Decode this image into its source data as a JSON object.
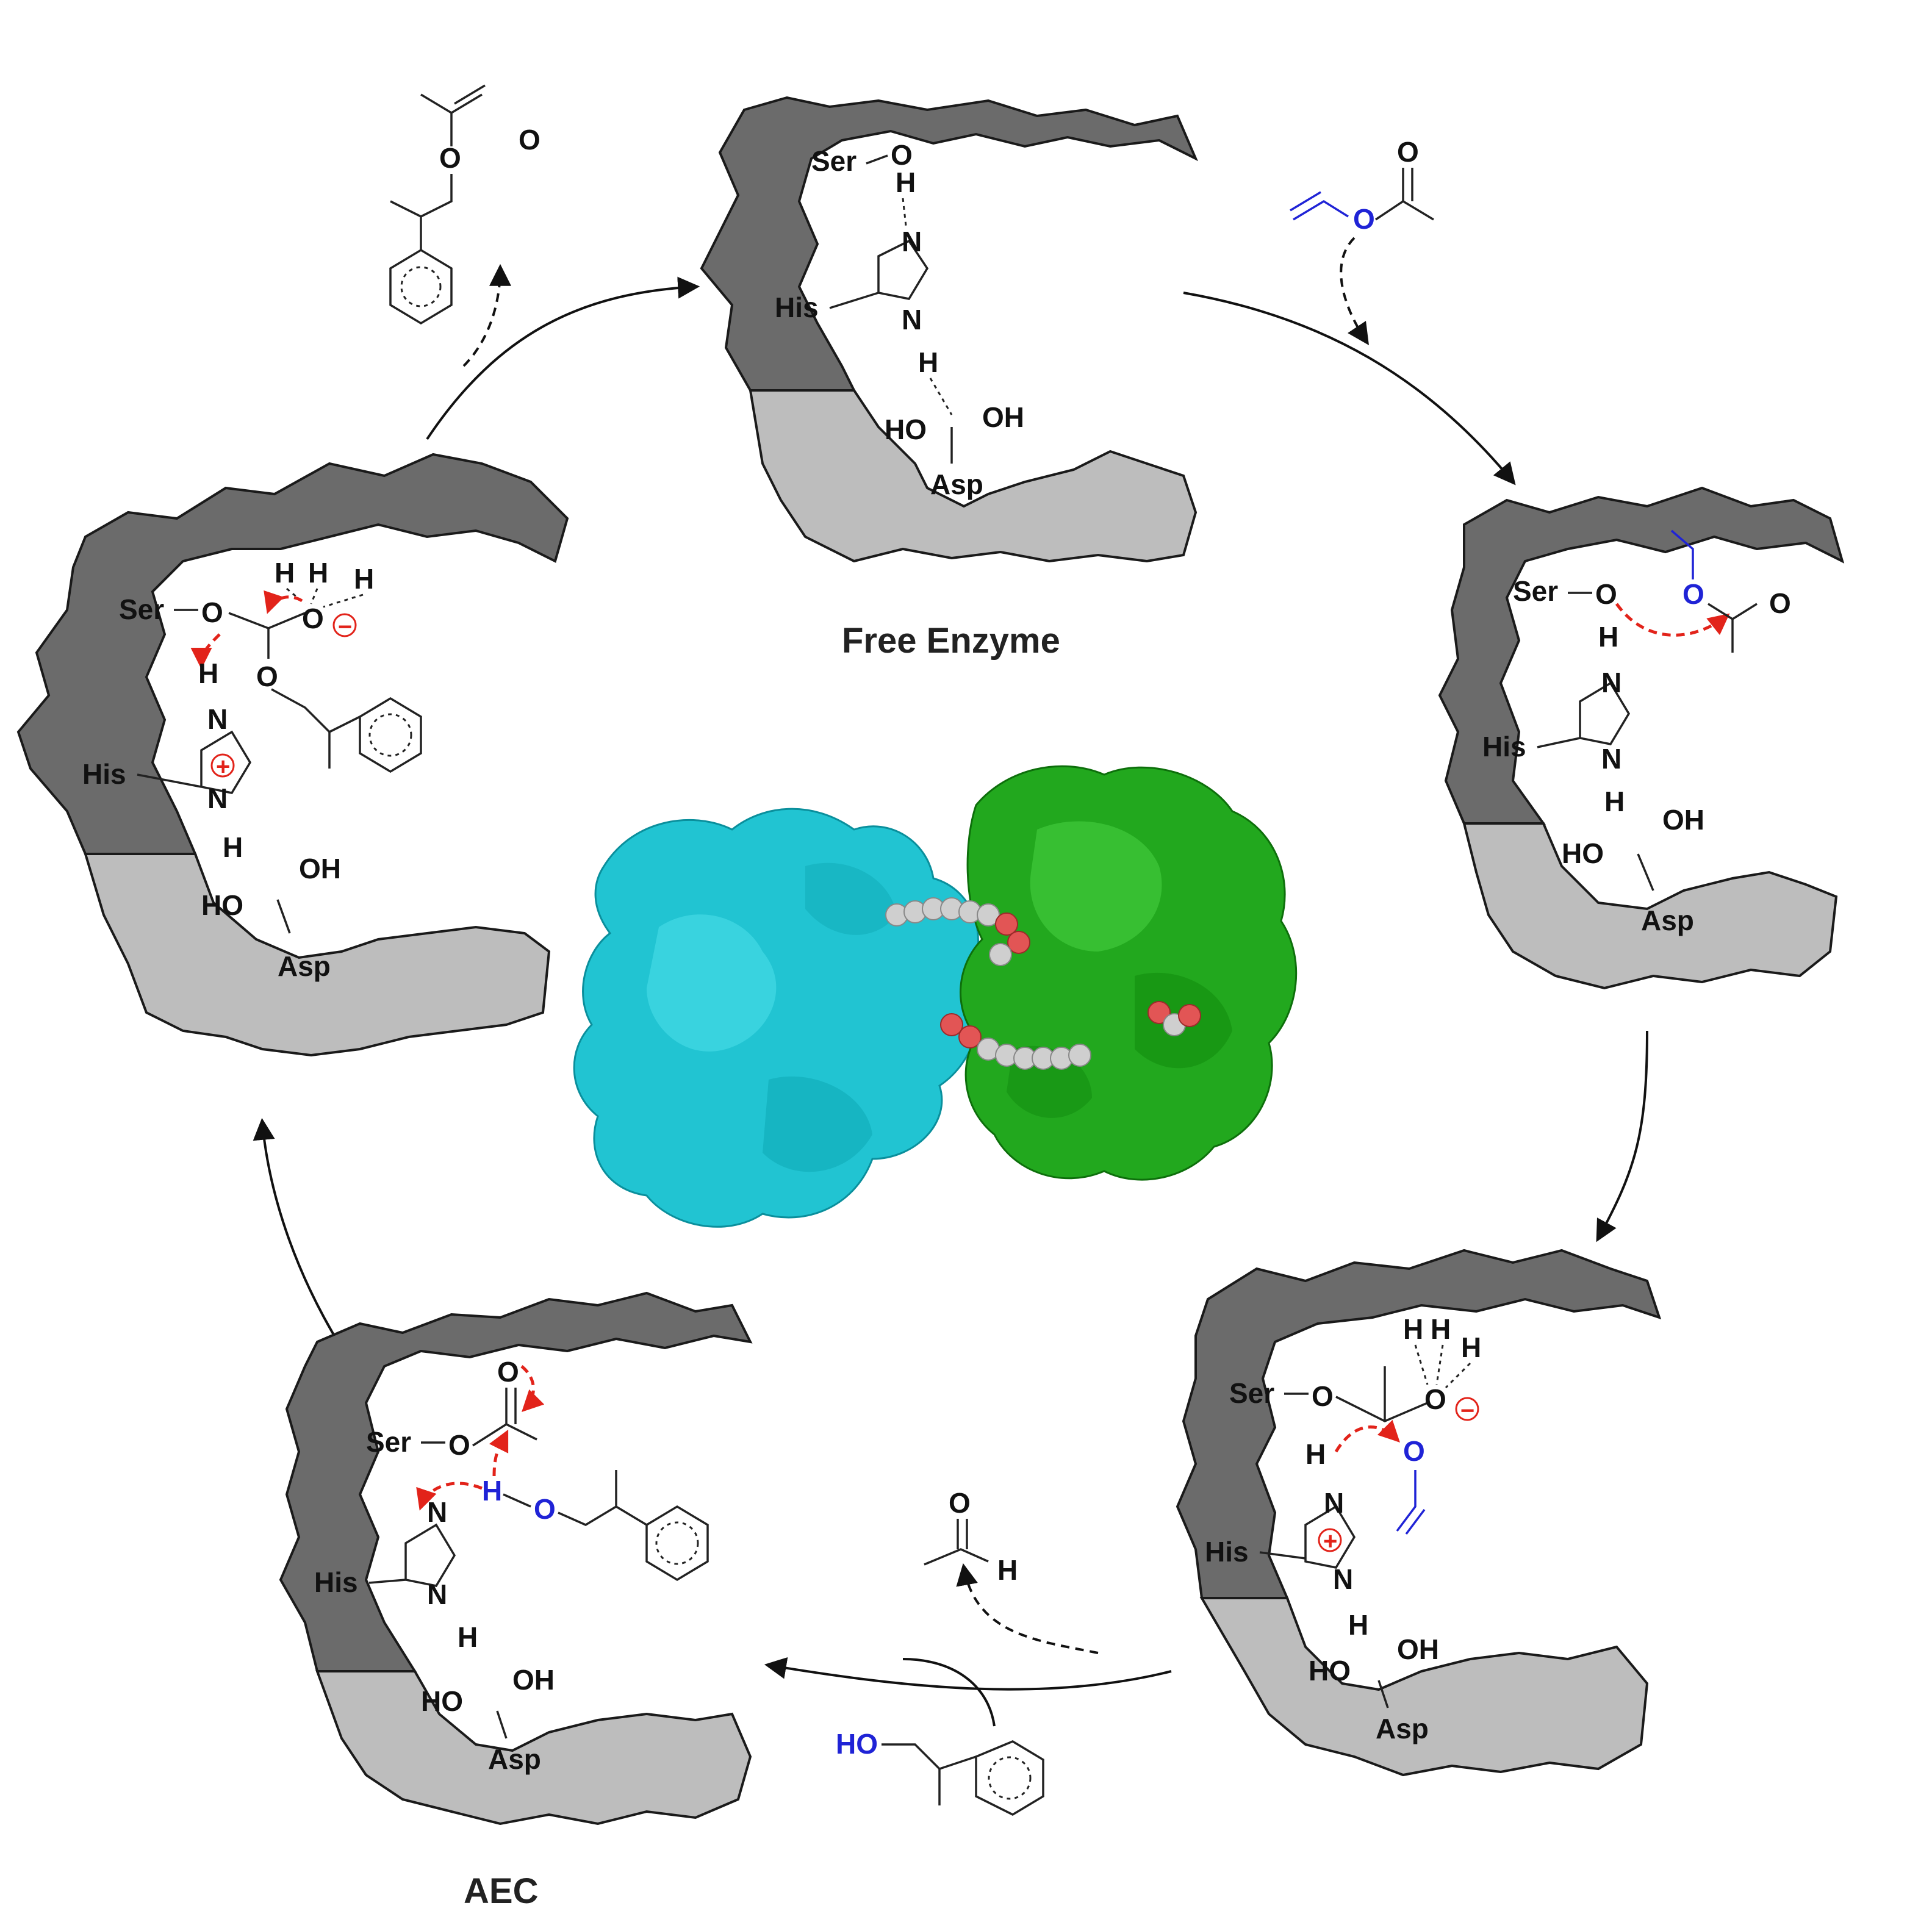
{
  "captions": {
    "free_enzyme": "Free Enzyme",
    "aec": "AEC"
  },
  "residues": {
    "ser": "Ser",
    "his": "His",
    "asp": "Asp"
  },
  "atoms": {
    "O": "O",
    "H": "H",
    "N": "N",
    "OH": "OH",
    "HO": "HO",
    "plus": "+",
    "minus": "−"
  },
  "colors": {
    "dark_pocket": "#6b6b6b",
    "light_pocket": "#bdbdbd",
    "chain_a": "#21c4d2",
    "chain_b": "#22a81e",
    "electron_arrow": "#e2231a",
    "substrate_highlight": "#1f23d6"
  }
}
